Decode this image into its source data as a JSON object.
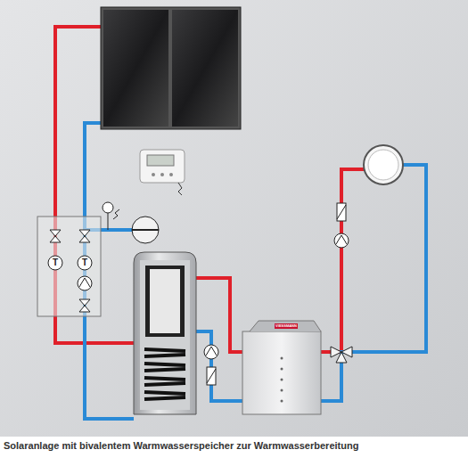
{
  "diagram": {
    "caption": "Solaranlage mit bivalentem Warmwasserspeicher zur Warmwasserbereitung",
    "labels": [
      "T",
      "T",
      "VIESSMANN"
    ]
  }
}
